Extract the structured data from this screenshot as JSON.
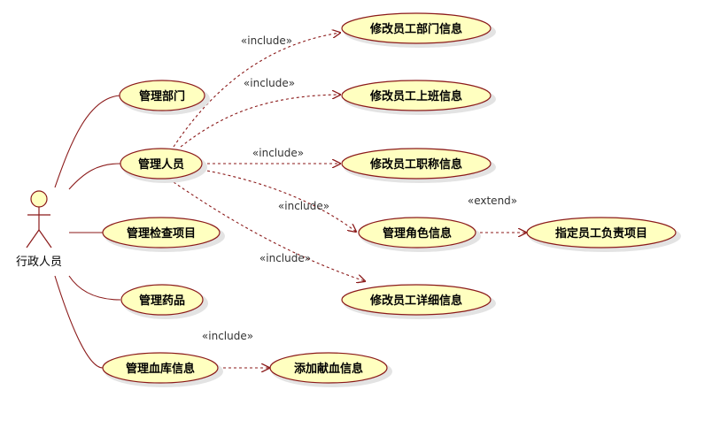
{
  "actor": {
    "name": "行政人员"
  },
  "use_cases": {
    "manage_dept": "管理部门",
    "manage_staff": "管理人员",
    "manage_check": "管理检查项目",
    "manage_drug": "管理药品",
    "manage_blood": "管理血库信息",
    "edit_dept": "修改员工部门信息",
    "edit_shift": "修改员工上班信息",
    "edit_title": "修改员工职称信息",
    "manage_role": "管理角色信息",
    "assign_item": "指定员工负责项目",
    "edit_detail": "修改员工详细信息",
    "add_blood": "添加献血信息"
  },
  "relations": {
    "include_1": "«include»",
    "include_2": "«include»",
    "include_3": "«include»",
    "include_4": "«include»",
    "include_5": "«include»",
    "include_6": "«include»",
    "extend_1": "«extend»"
  },
  "colors": {
    "ellipse_fill": "#ffffc0",
    "stroke": "#8b1a1a",
    "shadow": "#e0e0e0"
  }
}
